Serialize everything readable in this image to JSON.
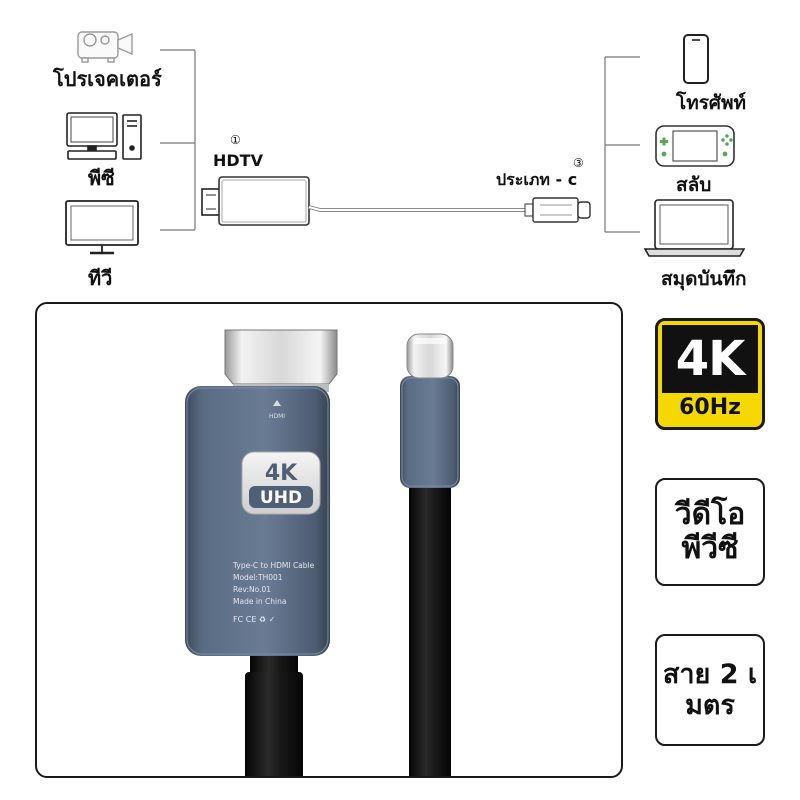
{
  "diagram": {
    "left_devices": [
      {
        "label": "โปรเจคเตอร์",
        "icon": "projector-icon"
      },
      {
        "label": "พีซี",
        "icon": "desktop-pc-icon"
      },
      {
        "label": "ทีวี",
        "icon": "tv-icon"
      }
    ],
    "right_devices": [
      {
        "label": "โทรศัพท์",
        "icon": "phone-icon"
      },
      {
        "label": "สลับ",
        "icon": "game-console-icon"
      },
      {
        "label": "สมุดบันทึก",
        "icon": "laptop-icon"
      }
    ],
    "hdmi_end": {
      "number": "①",
      "label": "HDTV"
    },
    "typec_end": {
      "number": "③",
      "label": "ประเภท - c"
    }
  },
  "product": {
    "hdmi_marker": "HDMI",
    "badge_top": "4K",
    "badge_bottom": "UHD",
    "spec_lines": [
      "Type-C to HDMI Cable",
      "Model:TH001",
      "Rev:No.01",
      "Made in China"
    ],
    "certifications": "FC CE ♻ ✓"
  },
  "badges": {
    "resolution": "4K",
    "refresh": "60Hz",
    "video_line1": "วีดีโอ",
    "video_line2": "พีวีซี",
    "length_line1": "สาย 2 เ",
    "length_line2": "มตร"
  },
  "colors": {
    "badge_yellow": "#f5d800",
    "connector_body": "#4f5f76",
    "cable": "#121212"
  }
}
